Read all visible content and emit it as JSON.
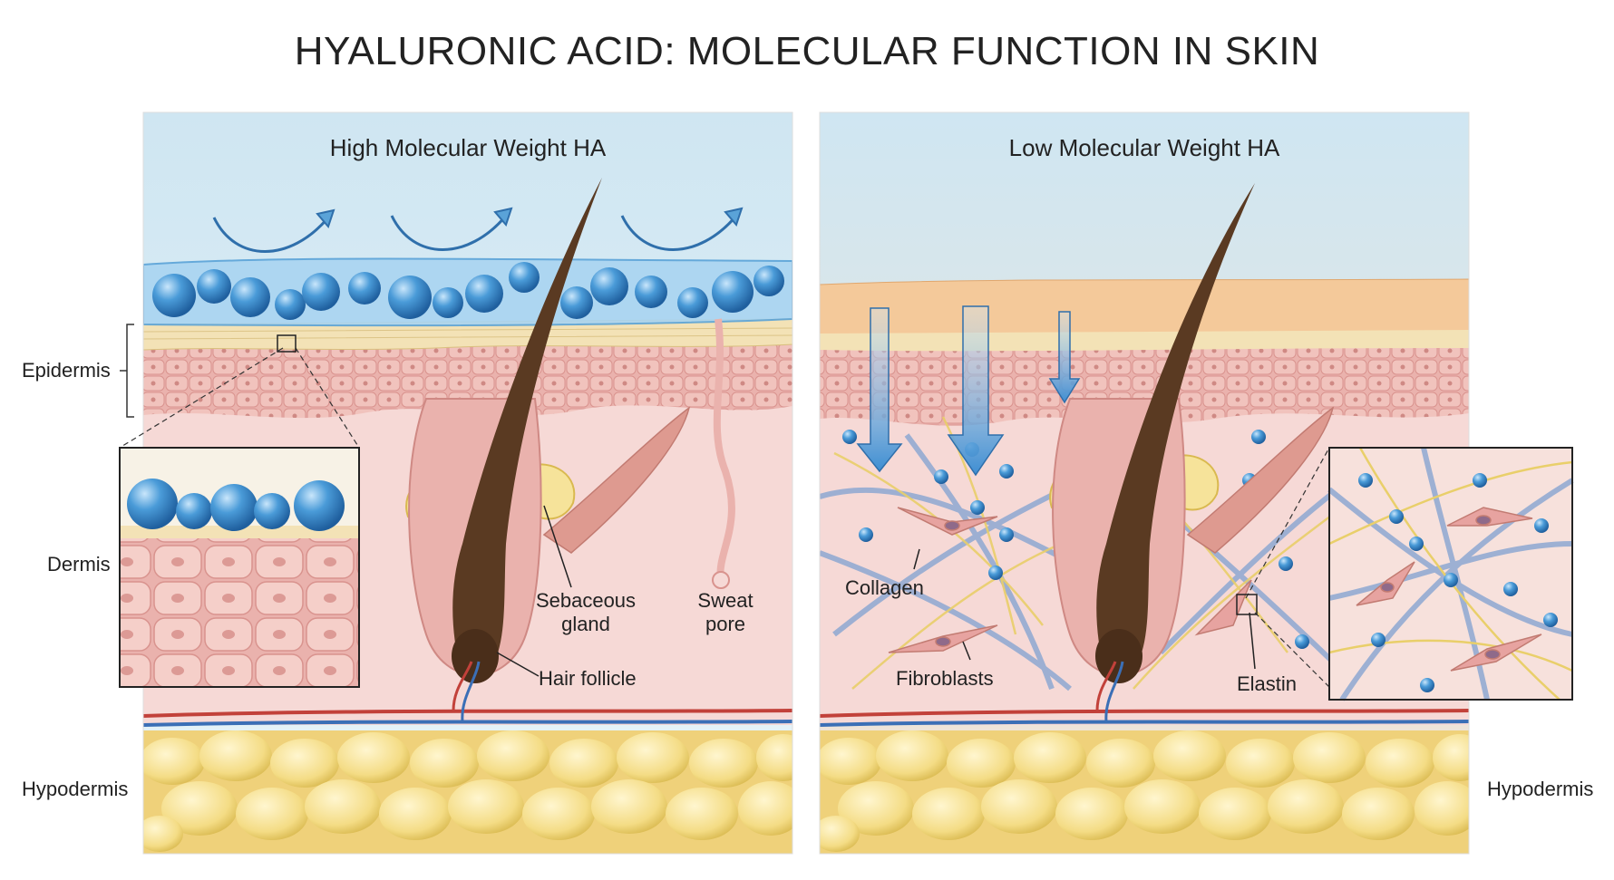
{
  "title": "HYALURONIC ACID: MOLECULAR FUNCTION IN SKIN",
  "left_panel": {
    "title": "High Molecular Weight HA",
    "labels": {
      "sebaceous_gland": [
        "Sebaceous",
        "gland"
      ],
      "sweat_pore": [
        "Sweat",
        "pore"
      ],
      "hair_follicle": "Hair follicle"
    }
  },
  "right_panel": {
    "title": "Low Molecular Weight HA",
    "labels": {
      "collagen": "Collagen",
      "fibroblasts": "Fibroblasts",
      "elastin": "Elastin"
    }
  },
  "layer_labels": {
    "epidermis": "Epidermis",
    "dermis": "Dermis",
    "hypodermis_left": "Hypodermis",
    "hypodermis_right": "Hypodermis"
  },
  "colors": {
    "sky": "#d8ecf5",
    "dermis": "#f6d9d6",
    "epidermis": "#eab2ad",
    "stratum": "#f3e2b6",
    "fat": "#f4dc85",
    "ha_molecule": "#4a9bd8",
    "collagen": "#8ea8d2",
    "elastin": "#e9cf6a",
    "hair": "#5a3a22"
  }
}
